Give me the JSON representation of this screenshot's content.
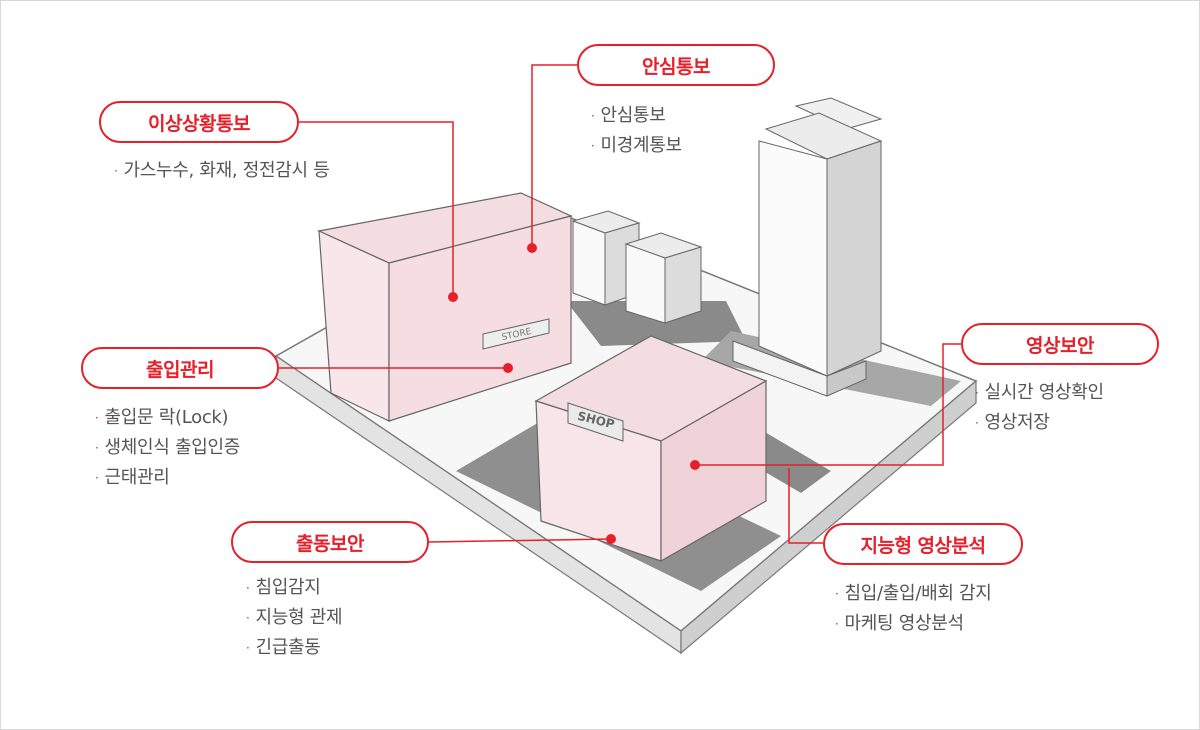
{
  "callouts": {
    "anomaly": {
      "title": "이상상황통보",
      "items": [
        "가스누수, 화재, 정전감시 등"
      ]
    },
    "safe": {
      "title": "안심통보",
      "items": [
        "안심통보",
        "미경계통보"
      ]
    },
    "access": {
      "title": "출입관리",
      "items": [
        "출입문 락(Lock)",
        "생체인식 출입인증",
        "근태관리"
      ]
    },
    "dispatch": {
      "title": "출동보안",
      "items": [
        "침입감지",
        "지능형 관제",
        "긴급출동"
      ]
    },
    "video": {
      "title": "영상보안",
      "items": [
        "실시간 영상확인",
        "영상저장"
      ]
    },
    "analytics": {
      "title": "지능형 영상분석",
      "items": [
        "침입/출입/배회 감지",
        "마케팅 영상분석"
      ]
    }
  },
  "signs": {
    "store": "STORE",
    "shop": "SHOP"
  },
  "colors": {
    "accent": "#e6202a",
    "building": "#f6dde2"
  }
}
